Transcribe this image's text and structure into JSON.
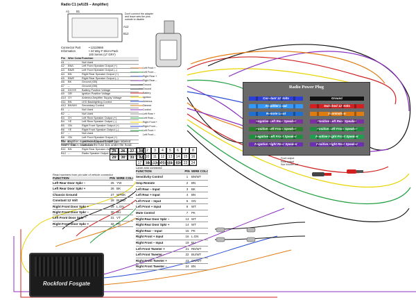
{
  "radio_header": {
    "title": "Radio C1 (w/UZ6 – Amplifier)",
    "pin_a1": "A1",
    "pin_b1": "B1",
    "pin_a12": "A12",
    "pin_b12": "B12",
    "note": "Don't connect the adapter and leave sets the pins outside to disable"
  },
  "connector_info": {
    "label": "Connector Part Information",
    "values": [
      "• 12110666",
      "• 24 Way F Micro-Pack",
      "100 Series (LT GRY)"
    ]
  },
  "radio_table": {
    "headers": [
      "Pin",
      "Wire Color",
      "Function"
    ],
    "rows": [
      [
        "A1",
        "--",
        "Not Used"
      ],
      [
        "A2",
        "BN/L",
        "Left Front Speaker Output (+)"
      ],
      [
        "A3",
        "BN/E",
        "Left Front Speaker Output (–)"
      ],
      [
        "A4",
        "BN",
        "Right Rear Speaker Output (+)"
      ],
      [
        "A5",
        "BN/E",
        "Right Rear Speaker Output (–)"
      ],
      [
        "A6",
        "BK",
        "Ground (GB)"
      ],
      [
        "A7",
        "--",
        "Ground (GB)"
      ],
      [
        "A8",
        "DG/YE",
        "Battery Positive Voltage"
      ],
      [
        "A9",
        "OR",
        "Ignition Positive Voltage"
      ],
      [
        "A10",
        "GY",
        "Antenna Amplifier Supply Voltage"
      ],
      [
        "A11",
        "BN",
        "LED Backlighting Control"
      ],
      [
        "A12",
        "BK/WH",
        "Secondary Control"
      ],
      [
        "B1",
        "--",
        "Not Used"
      ],
      [
        "B2",
        "--",
        "Not Used"
      ],
      [
        "B3",
        "GY",
        "Left Rear Speaker Output (+)"
      ],
      [
        "B4",
        "YE",
        "Left Rear Speaker Output (–)"
      ],
      [
        "B5",
        "GN",
        "Right Front Speaker Output (+)"
      ],
      [
        "B6",
        "YE",
        "Right Front Speaker Output (–)"
      ],
      [
        "B7",
        "--",
        "Not Used"
      ],
      [
        "B8",
        "GN",
        "Left Front Speaker Output (+)"
      ],
      [
        "B9",
        "BL",
        "Left Front Speaker Output (–)"
      ],
      [
        "B10",
        "LT GN",
        "Not Used"
      ],
      [
        "B11",
        "BN",
        "Right Rear Speaker Output (+)"
      ],
      [
        "B12",
        "--",
        "Radio Speaker Output (–)"
      ]
    ]
  },
  "adapter_labels": [
    "Left Front +",
    "Left Front –",
    "Right Rear +",
    "Right Rear –",
    "Ground",
    "Ground",
    "Battery",
    "Ignition",
    "Antenna",
    "Dimmer",
    "Control",
    "Left Rear +",
    "Left Rear –",
    "Right Front +",
    "Right Front –",
    "Left Front +",
    "Left Front –"
  ],
  "fuse_note": "The amplifier is protected by a 25 AMP fuse labeled \"AMP\" that is located in the fuse box under the hood.",
  "small_connector": {
    "cells": [
      "25",
      "26",
      "27",
      "28",
      "29",
      "30",
      "31",
      "32"
    ],
    "label": "SMALL AMP CONNECTOR"
  },
  "large_connector": {
    "cells": [
      "1",
      "2",
      "3",
      "4",
      "5",
      "6",
      "7",
      "8",
      "9",
      "10",
      "11",
      "12",
      "13",
      "14",
      "15",
      "16",
      "17",
      "18",
      "19",
      "20",
      "21",
      "22",
      "23",
      "24"
    ],
    "label": "Large amp connector"
  },
  "left_table": {
    "caption": "Read numbers from pin side of vehicle connector",
    "headers": [
      "FUNCTION",
      "PIN",
      "WIRE COLOR"
    ],
    "rows": [
      [
        "Left Rear Door Spkr –",
        "25",
        "YW"
      ],
      [
        "Left Rear Door Spkr +",
        "26",
        "BK"
      ],
      [
        "Chassis Ground",
        "27",
        "WTBK"
      ],
      [
        "Constant 12 Volt",
        "28",
        "BURD"
      ],
      [
        "Right Front Door Spkr +",
        "29",
        "L.GN"
      ],
      [
        "Right Front Door Spkr –",
        "30",
        "BU"
      ],
      [
        "Left Front Door Spkr –",
        "31",
        "VT"
      ],
      [
        "Right Front Door Spkr +",
        "32",
        "PK"
      ]
    ]
  },
  "right_table": {
    "caption": "Read numbers from pin side of vehicle connector",
    "headers": [
      "FUNCTION",
      "PIN",
      "WIRE COLOR"
    ],
    "rows": [
      [
        "Sensitivity Control",
        "1",
        "BN/WT"
      ],
      [
        "Amp Remote",
        "2",
        "BN"
      ],
      [
        "Left Rear – Input",
        "3",
        "BK"
      ],
      [
        "Left Rear + Input",
        "4",
        "BN"
      ],
      [
        "Left Front – Input",
        "5",
        "GN"
      ],
      [
        "Left Front + Input",
        "6",
        "WT"
      ],
      [
        "Mute Control",
        "7",
        "PK"
      ],
      [
        "Right Rear Door Spkr –",
        "13",
        "WT"
      ],
      [
        "Right Rear Door Spkr +",
        "14",
        "WT"
      ],
      [
        "Right Rear – Input",
        "15",
        "PK"
      ],
      [
        "Right Front + Input",
        "16",
        "L.GN"
      ],
      [
        "Right Front – Input",
        "19",
        "BU"
      ],
      [
        "Left Front Tweeter +",
        "21",
        "RD/WT"
      ],
      [
        "Left Front Tweeter –",
        "22",
        "BU/WT"
      ],
      [
        "Right Front Tweeter +",
        "23",
        "GN/WT"
      ],
      [
        "Right Front Tweeter –",
        "24",
        "BN"
      ]
    ]
  },
  "radio_plug": {
    "title": "Radio Power Plug",
    "left_strips": [
      {
        "label": "Constant 12 Volts",
        "color": "#2b3fd6"
      },
      {
        "label": "Amplifier Lead",
        "color": "#3399ff"
      },
      {
        "label": "Remote Lead",
        "color": "#1f6fd1"
      },
      {
        "label": "Negative Left Rear Speaker",
        "color": "#7b2fa0"
      },
      {
        "label": "Positive Left Front Speaker",
        "color": "#2a7f2a"
      },
      {
        "label": "Negative Left Front Speaker",
        "color": "#1f8f3f"
      },
      {
        "label": "Negative Right Rear Speaker",
        "color": "#6b2fb0"
      }
    ],
    "right_strips": [
      {
        "label": "Ground",
        "color": "#111111"
      },
      {
        "label": "Switched 12 Volts",
        "color": "#d42020"
      },
      {
        "label": "Illumination",
        "color": "#e07b10"
      },
      {
        "label": "Positive Left Rear Speaker",
        "color": "#7b2fa0"
      },
      {
        "label": "Positive Left Front Speaker",
        "color": "#1f8f3f"
      },
      {
        "label": "Positive Right Front Speaker",
        "color": "#1f9f4f"
      },
      {
        "label": "Positive Right Rear Speaker",
        "color": "#6b2fb0"
      }
    ]
  },
  "rca_labels": [
    "Front output",
    "Rear output",
    "Sub Woofer out"
  ],
  "amp_logo": "Rockford Fosgate",
  "colors": {
    "yellow": "#e8d400",
    "green": "#1f9f3f",
    "purple": "#8a2fc0",
    "orange": "#e37b10",
    "red": "#d02020",
    "blue": "#2a4fd6",
    "gray": "#8a8a8a",
    "black": "#111111"
  }
}
